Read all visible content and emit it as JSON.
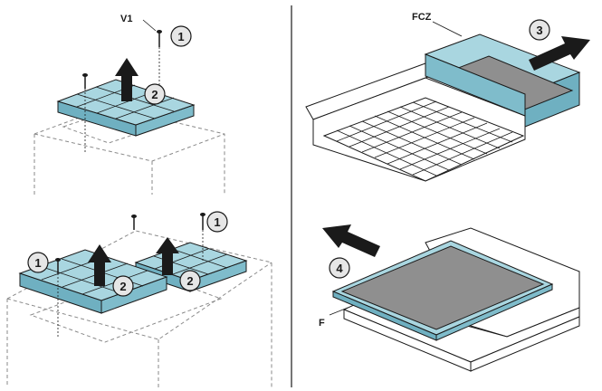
{
  "labels": {
    "screw": "V1",
    "frame": "FCZ",
    "filter": "F"
  },
  "steps": {
    "remove_screws": "1",
    "lift_filter_cell": "2",
    "slide_frame_out": "3",
    "slide_filter_out": "4"
  },
  "colors": {
    "accent_teal": "#a9d6e0",
    "filter_grey": "#8f8f8f",
    "outline": "#1a1a1a"
  }
}
